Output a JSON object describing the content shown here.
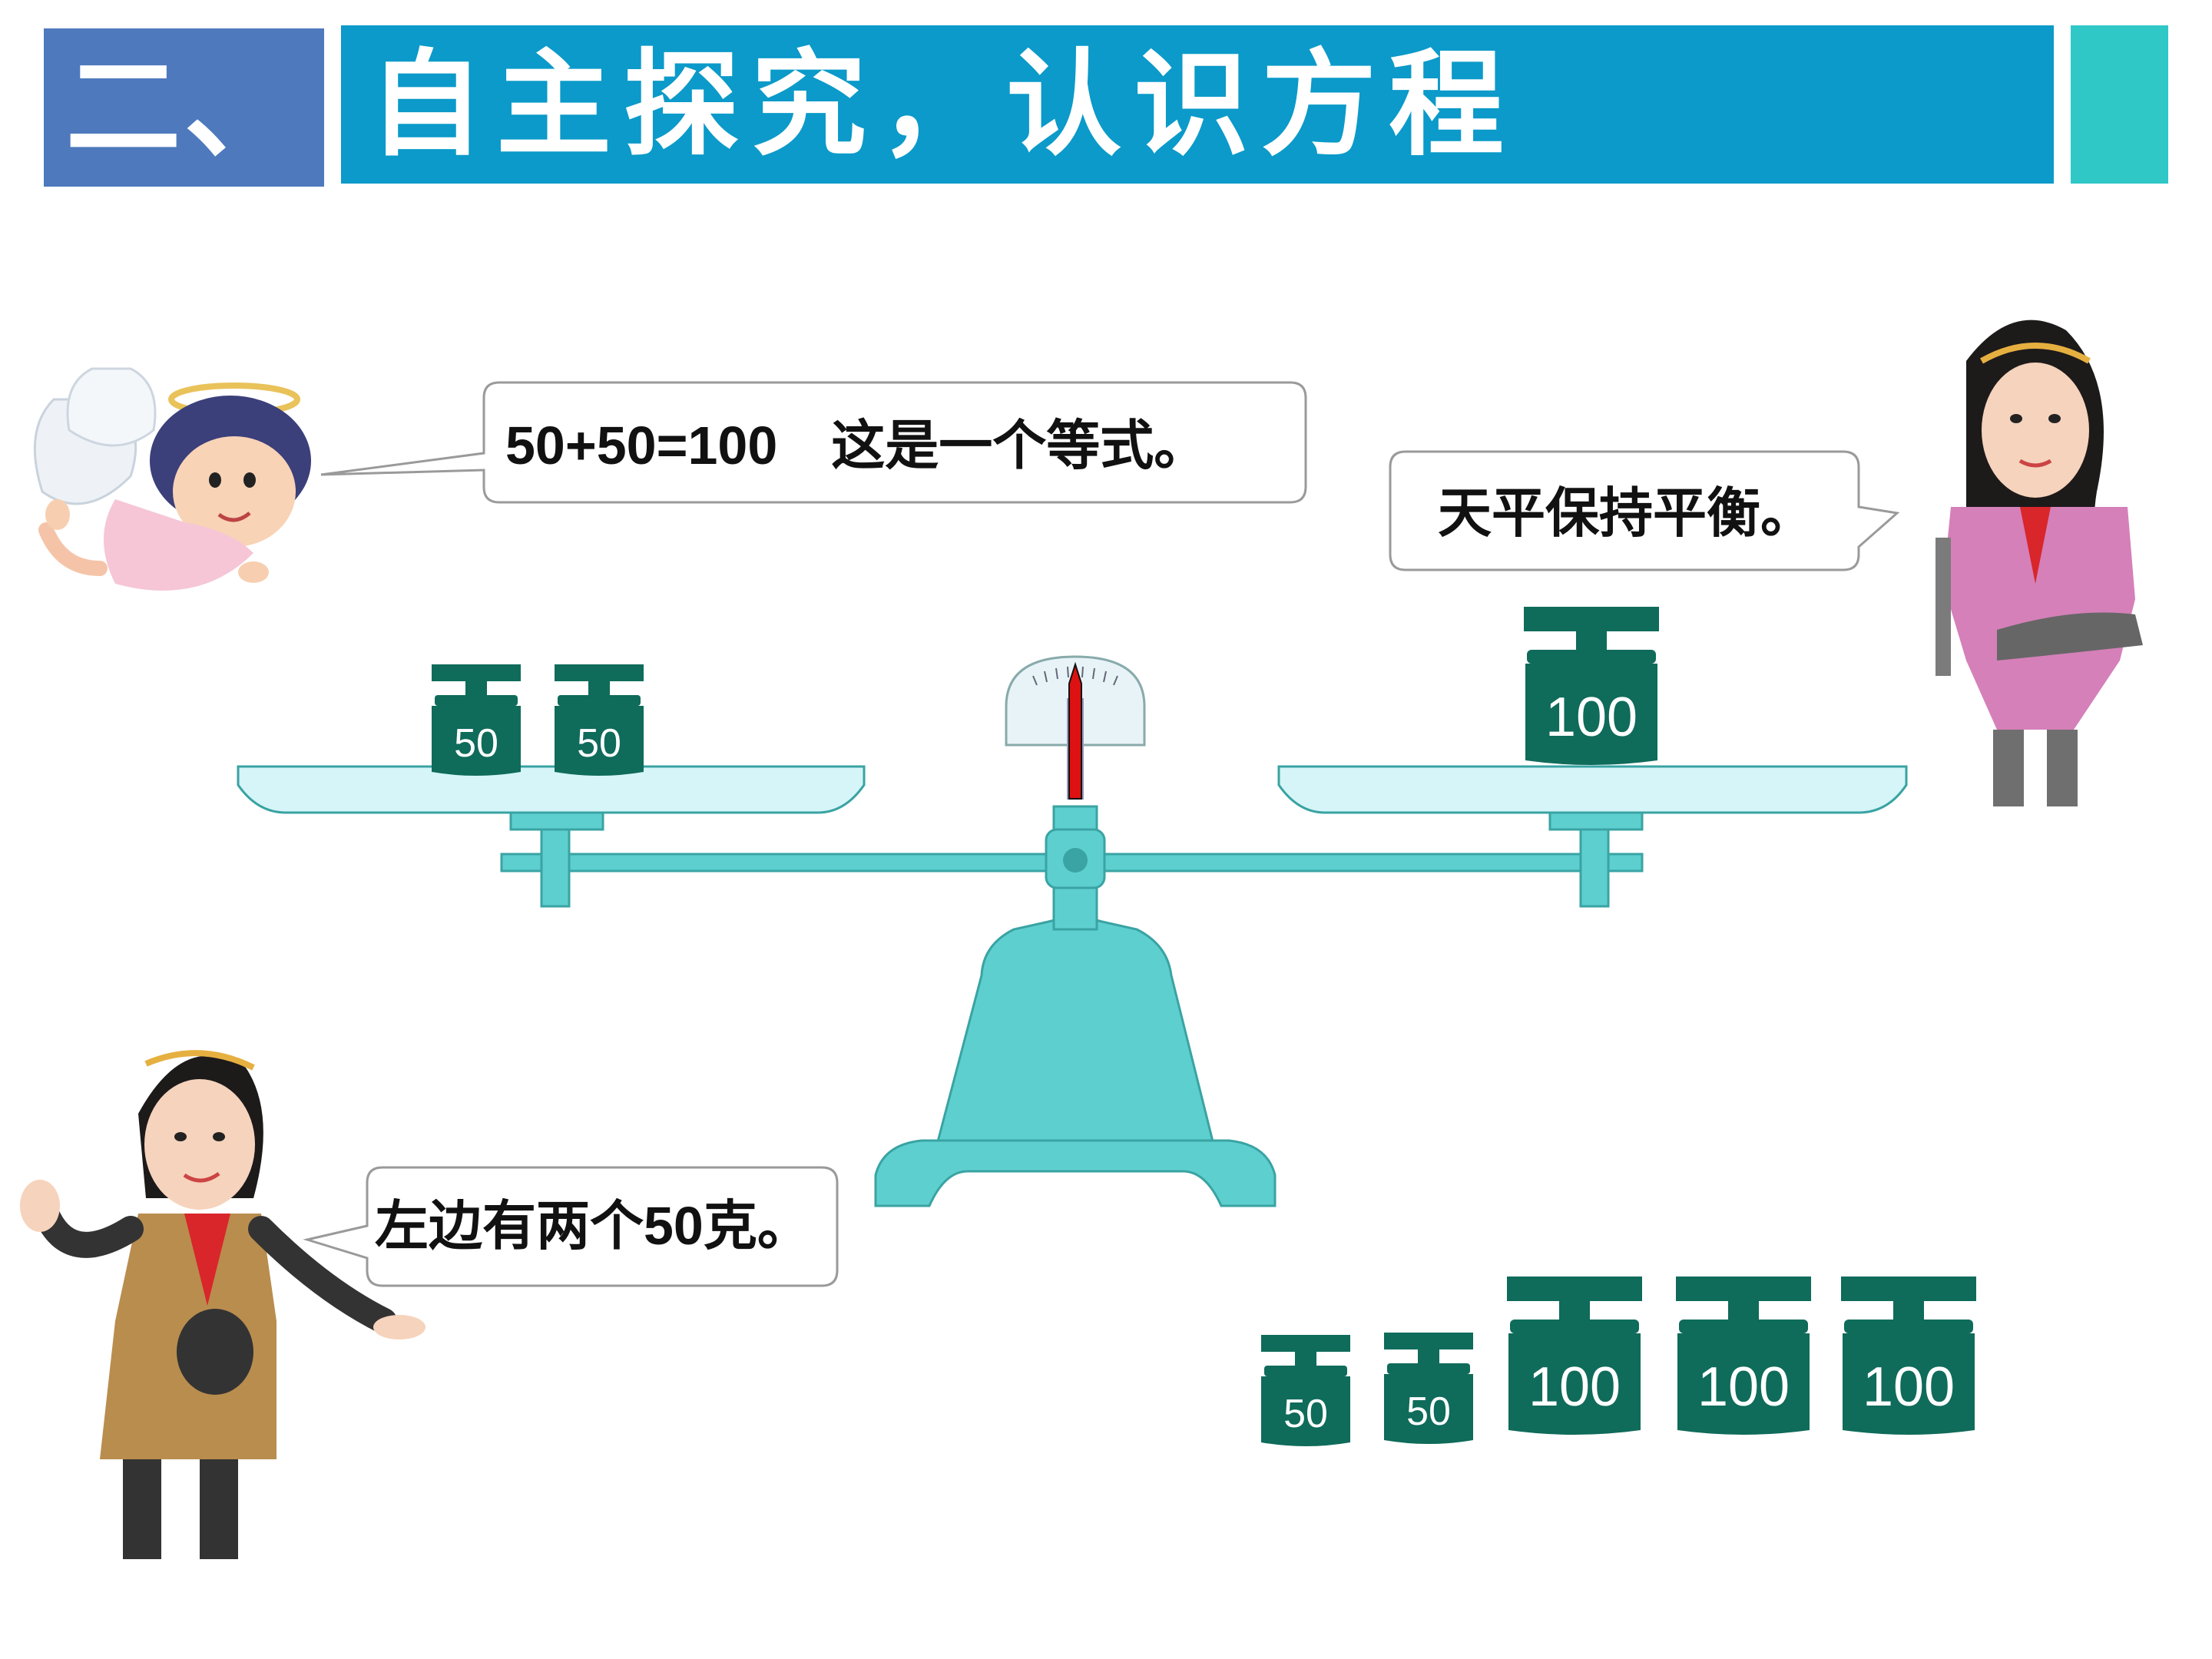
{
  "header": {
    "section_number": "二、",
    "title": "自主探究，认识方程"
  },
  "bubbles": {
    "angel": {
      "equation": "50+50=100",
      "note": "这是一个等式。"
    },
    "girl_right": {
      "text": "天平保持平衡。"
    },
    "girl_left": {
      "prefix": "左边有两个",
      "number": "50",
      "suffix": "克。"
    }
  },
  "scale": {
    "left_pan_weights": [
      "50",
      "50"
    ],
    "right_pan_weights": [
      "100"
    ]
  },
  "spare_weights": [
    "50",
    "50",
    "100",
    "100",
    "100"
  ],
  "colors": {
    "header_number_bg": "#4e79bd",
    "header_bar_bg": "#0b9ac9",
    "header_accent": "#30c7c7",
    "scale_teal": "#5ecfcf",
    "pan_fill": "#d5f5f8",
    "weight_green": "#0f6b5a",
    "needle_red": "#dd1111"
  }
}
